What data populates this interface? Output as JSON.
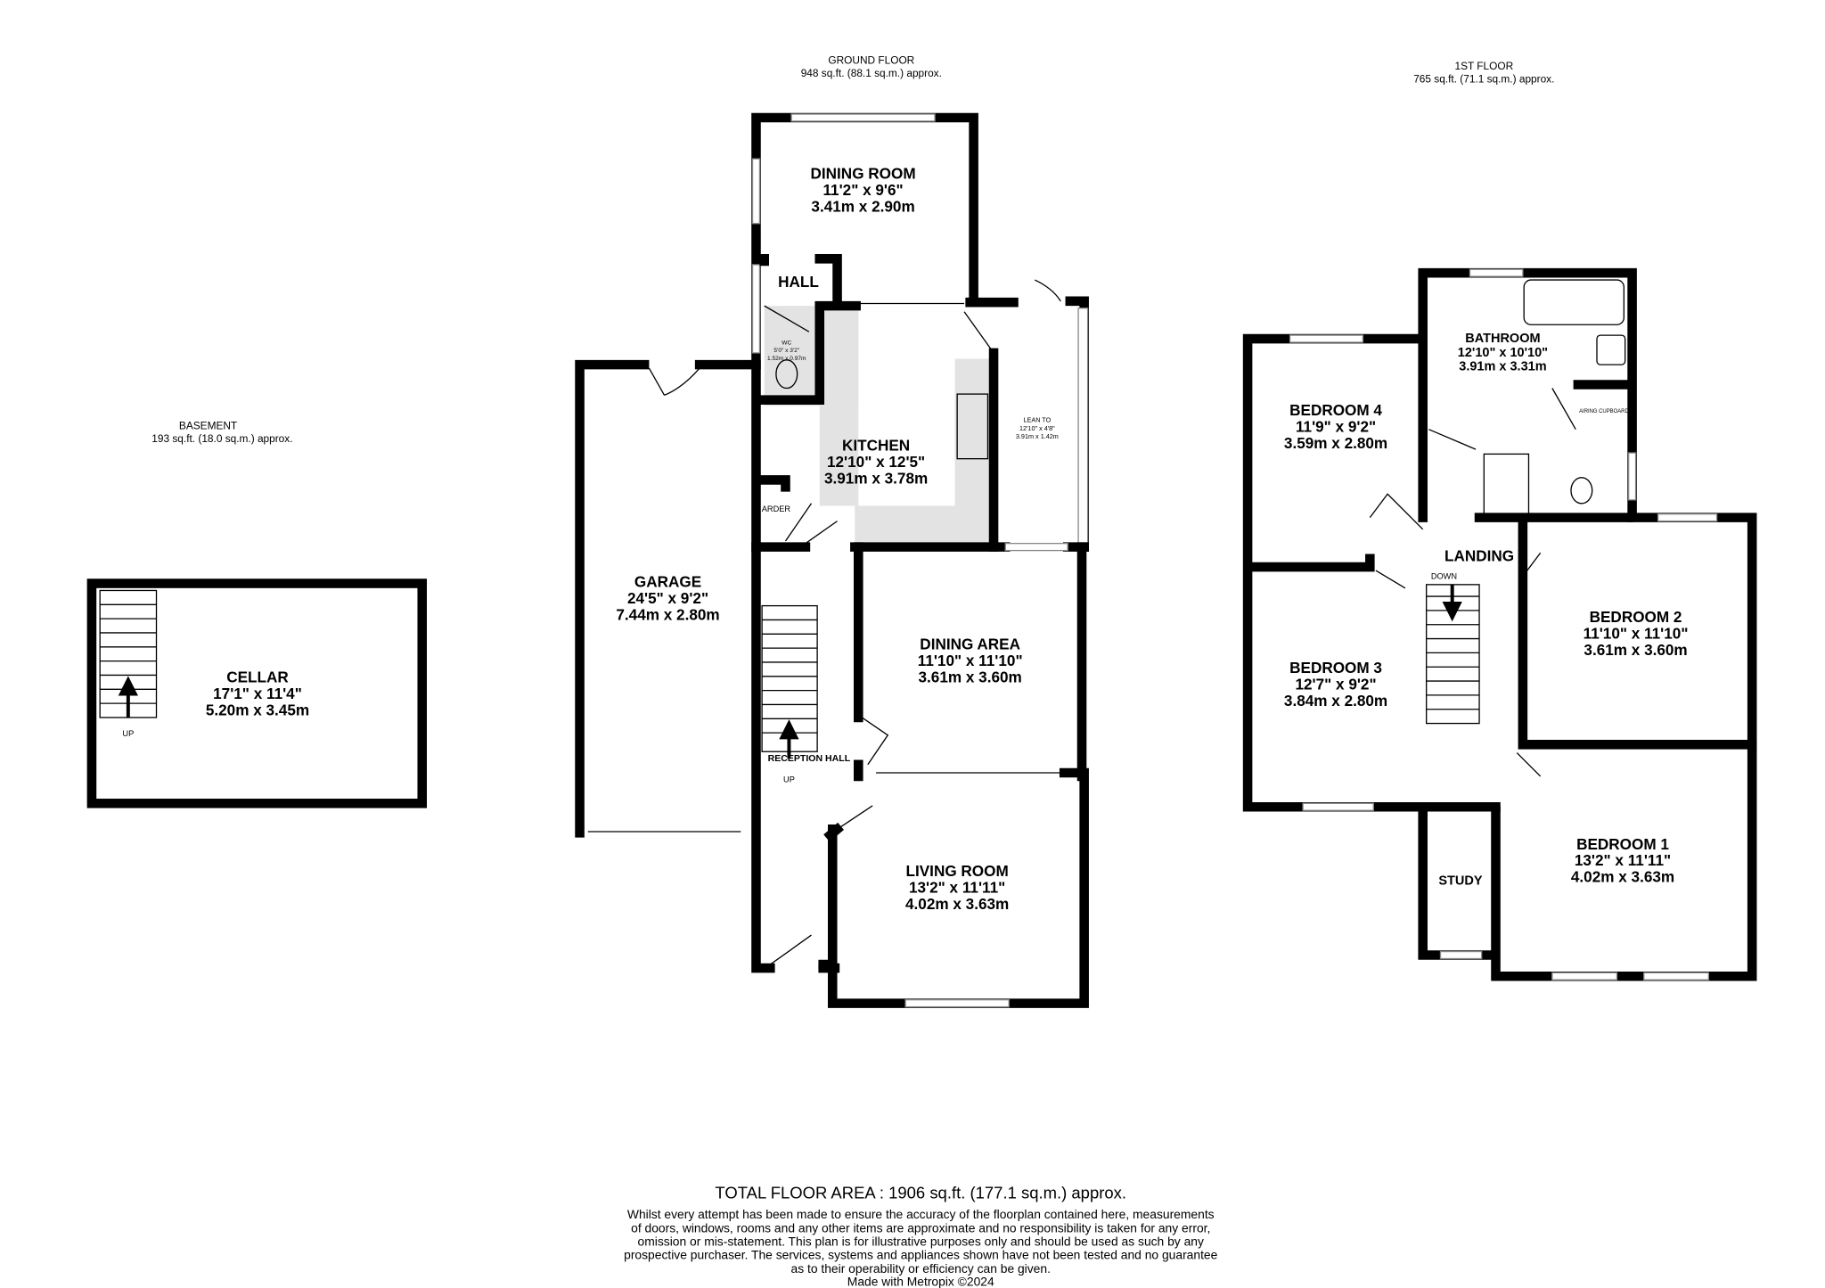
{
  "floors": {
    "basement": {
      "title": "BASEMENT",
      "area": "193 sq.ft. (18.0 sq.m.) approx."
    },
    "ground": {
      "title": "GROUND FLOOR",
      "area": "948 sq.ft. (88.1 sq.m.) approx."
    },
    "first": {
      "title": "1ST FLOOR",
      "area": "765 sq.ft. (71.1 sq.m.) approx."
    }
  },
  "rooms": {
    "cellar": {
      "name": "CELLAR",
      "imperial": "17'1\"  x 11'4\"",
      "metric": "5.20m  x 3.45m"
    },
    "garage": {
      "name": "GARAGE",
      "imperial": "24'5\"  x 9'2\"",
      "metric": "7.44m  x 2.80m"
    },
    "dining_room": {
      "name": "DINING ROOM",
      "imperial": "11'2\"  x 9'6\"",
      "metric": "3.41m  x 2.90m"
    },
    "hall": {
      "name": "HALL"
    },
    "wc": {
      "name": "WC",
      "imperial": "5'0\"  x 3'2\"",
      "metric": "1.52m  x 0.97m"
    },
    "kitchen": {
      "name": "KITCHEN",
      "imperial": "12'10\"  x 12'5\"",
      "metric": "3.91m  x 3.78m"
    },
    "lean_to": {
      "name": "LEAN TO",
      "imperial": "12'10\"  x 4'8\"",
      "metric": "3.91m  x 1.42m"
    },
    "larder": {
      "name": "ARDER"
    },
    "dining_area": {
      "name": "DINING AREA",
      "imperial": "11'10\"  x 11'10\"",
      "metric": "3.61m  x 3.60m"
    },
    "reception_hall": {
      "name": "RECEPTION HALL"
    },
    "living_room": {
      "name": "LIVING ROOM",
      "imperial": "13'2\"  x 11'11\"",
      "metric": "4.02m  x 3.63m"
    },
    "bathroom": {
      "name": "BATHROOM",
      "imperial": "12'10\"  x 10'10\"",
      "metric": "3.91m  x 3.31m"
    },
    "airing_cupboard": {
      "name": "AIRING CUPBOARD"
    },
    "bedroom4": {
      "name": "BEDROOM 4",
      "imperial": "11'9\"  x 9'2\"",
      "metric": "3.59m  x 2.80m"
    },
    "landing": {
      "name": "LANDING"
    },
    "bedroom3": {
      "name": "BEDROOM 3",
      "imperial": "12'7\"  x 9'2\"",
      "metric": "3.84m  x 2.80m"
    },
    "bedroom2": {
      "name": "BEDROOM 2",
      "imperial": "11'10\"  x 11'10\"",
      "metric": "3.61m  x 3.60m"
    },
    "study": {
      "name": "STUDY"
    },
    "bedroom1": {
      "name": "BEDROOM 1",
      "imperial": "13'2\"  x 11'11\"",
      "metric": "4.02m  x 3.63m"
    }
  },
  "stairs": {
    "cellar": "UP",
    "ground": "UP",
    "first": "DOWN"
  },
  "footer": {
    "total": "TOTAL FLOOR AREA : 1906 sq.ft. (177.1 sq.m.) approx.",
    "disclaimer": [
      "Whilst every attempt has been made to ensure the accuracy of the floorplan contained here, measurements",
      "of doors, windows, rooms and any other items are approximate and no responsibility is taken for any error,",
      "omission or mis-statement. This plan is for illustrative purposes only and should be used as such by any",
      "prospective purchaser. The services, systems and appliances shown have not been tested and no guarantee",
      "as to their operability or efficiency can be given."
    ],
    "credit": "Made with Metropix ©2024"
  }
}
